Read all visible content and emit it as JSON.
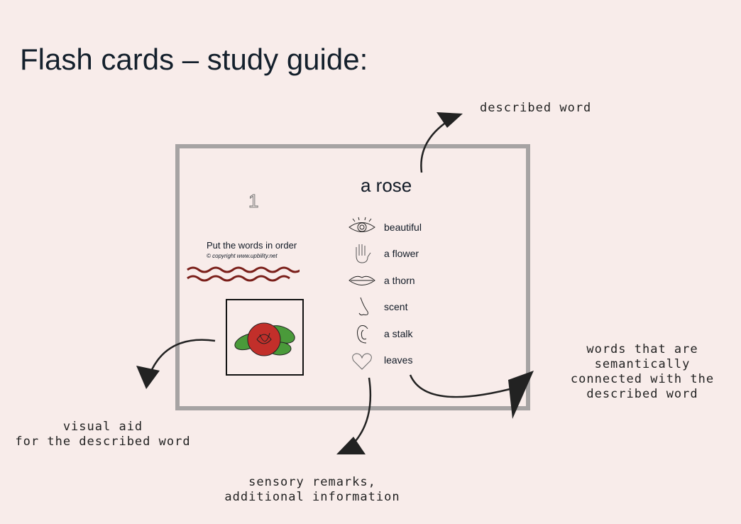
{
  "title": "Flash cards – study guide:",
  "card": {
    "number": "1",
    "word": "a rose",
    "instruction": "Put the words in order",
    "copyright": "© copyright www.upbility.net",
    "items": [
      {
        "icon": "eye-icon",
        "label": "beautiful"
      },
      {
        "icon": "hand-icon",
        "label": "a flower"
      },
      {
        "icon": "lips-icon",
        "label": "a thorn"
      },
      {
        "icon": "nose-icon",
        "label": "scent"
      },
      {
        "icon": "ear-icon",
        "label": "a stalk"
      },
      {
        "icon": "heart-icon",
        "label": "leaves"
      }
    ]
  },
  "annotations": {
    "described_word": "described word",
    "semantic": [
      "words that are",
      "semantically",
      "connected with the",
      "described word"
    ],
    "visual_aid": [
      "visual aid",
      "for the described word"
    ],
    "sensory": [
      "sensory remarks,",
      "additional information"
    ]
  }
}
